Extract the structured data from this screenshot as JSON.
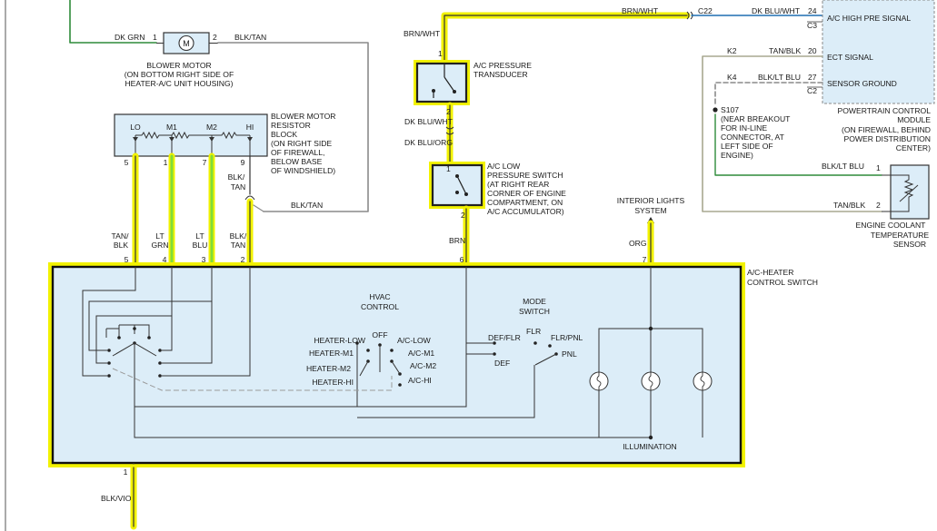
{
  "colors": {
    "highlight": "#f2f200",
    "box_fill": "#dcedf8",
    "wire_gray": "#8a8a8a",
    "wire_green": "#2e8b3a",
    "wire_dark": "#333333",
    "wire_blue": "#1f6fb2",
    "green_hi": "#7fdc3a"
  },
  "blower_motor": {
    "wire_left": "DK GRN",
    "pin_left": "1",
    "pin_right": "2",
    "wire_right": "BLK/TAN",
    "desc": [
      "BLOWER MOTOR",
      "(ON BOTTOM RIGHT SIDE OF",
      "HEATER-A/C UNIT HOUSING)"
    ]
  },
  "resistor_block": {
    "taps": [
      "LO",
      "M1",
      "M2",
      "HI"
    ],
    "pins": [
      "5",
      "1",
      "7",
      "9"
    ],
    "desc": [
      "BLOWER MOTOR",
      "RESISTOR",
      "BLOCK",
      "(ON RIGHT SIDE",
      "OF FIREWALL,",
      "BELOW BASE",
      "OF WINDSHIELD)"
    ],
    "wire_pin9": [
      "BLK/",
      "TAN"
    ],
    "wire_jumper": "BLK/TAN"
  },
  "control_switch": {
    "title": [
      "A/C-HEATER",
      "CONTROL SWITCH"
    ],
    "pins": [
      "5",
      "4",
      "3",
      "2",
      "6",
      "7"
    ],
    "pin_bottom": "1",
    "wire_labels": [
      [
        "TAN/",
        "BLK"
      ],
      [
        "LT",
        "GRN"
      ],
      [
        "LT",
        "BLU"
      ],
      [
        "BLK/",
        "TAN"
      ]
    ],
    "wire_pin6": "BRN",
    "wire_pin7": "ORG",
    "wire_bottom": "BLK/VIO",
    "hvac_title": [
      "HVAC",
      "CONTROL"
    ],
    "hvac_positions_left": [
      "HEATER-LOW",
      "HEATER-M1",
      "HEATER-M2",
      "HEATER-HI"
    ],
    "hvac_off": "OFF",
    "hvac_positions_right": [
      "A/C-LOW",
      "A/C-M1",
      "A/C-M2",
      "A/C-HI"
    ],
    "mode_title": [
      "MODE",
      "SWITCH"
    ],
    "mode_positions": [
      "DEF/FLR",
      "DEF",
      "FLR",
      "FLR/PNL",
      "PNL"
    ],
    "illumination": "ILLUMINATION"
  },
  "interior_lights": [
    "INTERIOR LIGHTS",
    "SYSTEM"
  ],
  "pressure_transducer": {
    "wire_top": "BRN/WHT",
    "pin_top": "1",
    "pin_bottom": "2",
    "desc": [
      "A/C PRESSURE",
      "TRANSDUCER"
    ],
    "wire_between_1": "DK BLU/WHT",
    "wire_between_2": "DK BLU/ORG"
  },
  "low_pressure_switch": {
    "pin_top": "1",
    "pin_bottom": "2",
    "desc": [
      "A/C LOW",
      "PRESSURE SWITCH",
      "(AT RIGHT REAR",
      "CORNER OF ENGINE",
      "COMPARTMENT, ON",
      "A/C ACCUMULATOR)"
    ]
  },
  "pcm": {
    "wire_top_left": "BRN/WHT",
    "connector_c22": "C22",
    "wire_top_right": "DK BLU/WHT",
    "pin24": "24",
    "sig_24": "A/C HIGH PRE SIGNAL",
    "c3": "C3",
    "k2": "K2",
    "wire_k2": "TAN/BLK",
    "pin20": "20",
    "sig_20": "ECT SIGNAL",
    "k4": "K4",
    "wire_k4": "BLK/LT BLU",
    "pin27": "27",
    "sig_27": "SENSOR GROUND",
    "c2": "C2",
    "desc": [
      "POWERTRAIN CONTROL",
      "MODULE",
      "(ON FIREWALL, BEHIND",
      "POWER DISTRIBUTION",
      "CENTER)"
    ]
  },
  "splice": {
    "name": "S107",
    "desc": [
      "(NEAR BREAKOUT",
      "FOR IN-LINE",
      "CONNECTOR, AT",
      "LEFT SIDE OF",
      "ENGINE)"
    ]
  },
  "coolant_sensor": {
    "wire_pin1": "BLK/LT BLU",
    "pin1": "1",
    "wire_pin2": "TAN/BLK",
    "pin2": "2",
    "desc": [
      "ENGINE COOLANT",
      "TEMPERATURE",
      "SENSOR"
    ]
  }
}
